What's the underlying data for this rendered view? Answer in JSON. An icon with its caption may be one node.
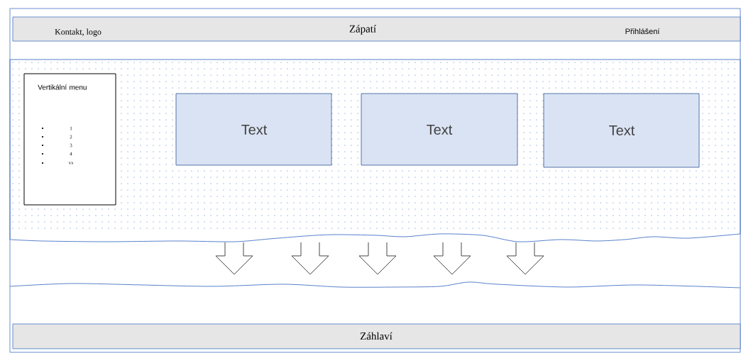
{
  "diagram": {
    "nodes": [
      {
        "text": [],
        "shape": "box"
      },
      {
        "text": [
          "Kontakt, logo",
          "Zápatí",
          "Přihlášení"
        ],
        "in": 0
      },
      {
        "text": [],
        "shape": "box",
        "in": 0
      },
      {
        "text": [
          "Vertikální menu",
          "1",
          "2",
          "3",
          "4",
          "xx"
        ],
        "in": 2
      },
      {
        "text": [
          "Text"
        ],
        "in": 2
      },
      {
        "text": [
          "Text"
        ],
        "in": 2
      },
      {
        "text": [
          "Text"
        ],
        "in": 2
      },
      {
        "text": [
          "Záhlaví"
        ],
        "in": 0
      }
    ]
  }
}
